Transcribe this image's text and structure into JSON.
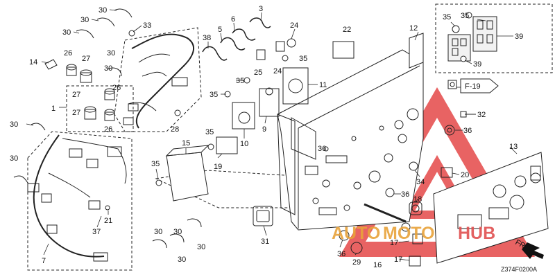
{
  "diagram": {
    "callouts": [
      {
        "id": "c1",
        "text": "30"
      },
      {
        "id": "c2",
        "text": "30"
      },
      {
        "id": "c3",
        "text": "30"
      },
      {
        "id": "c4",
        "text": "33"
      },
      {
        "id": "c5",
        "text": "26"
      },
      {
        "id": "c6",
        "text": "27"
      },
      {
        "id": "c7",
        "text": "14"
      },
      {
        "id": "c8",
        "text": "30"
      },
      {
        "id": "c9",
        "text": "27"
      },
      {
        "id": "c10",
        "text": "26"
      },
      {
        "id": "c11",
        "text": "1"
      },
      {
        "id": "c12",
        "text": "27"
      },
      {
        "id": "c13",
        "text": "26"
      },
      {
        "id": "c14",
        "text": "30"
      },
      {
        "id": "c15",
        "text": "28"
      },
      {
        "id": "c16",
        "text": "30"
      },
      {
        "id": "c17",
        "text": "38"
      },
      {
        "id": "c18",
        "text": "5"
      },
      {
        "id": "c19",
        "text": "6"
      },
      {
        "id": "c20",
        "text": "3"
      },
      {
        "id": "c21",
        "text": "24"
      },
      {
        "id": "c22",
        "text": "22"
      },
      {
        "id": "c23",
        "text": "12"
      },
      {
        "id": "c24",
        "text": "35"
      },
      {
        "id": "c25",
        "text": "24"
      },
      {
        "id": "c26",
        "text": "25"
      },
      {
        "id": "c27",
        "text": "35"
      },
      {
        "id": "c28",
        "text": "11"
      },
      {
        "id": "c29",
        "text": "35"
      },
      {
        "id": "c30",
        "text": "10"
      },
      {
        "id": "c31",
        "text": "9"
      },
      {
        "id": "c32",
        "text": "35"
      },
      {
        "id": "c33",
        "text": "19"
      },
      {
        "id": "c34",
        "text": "15"
      },
      {
        "id": "c35",
        "text": "35"
      },
      {
        "id": "c36",
        "text": "21"
      },
      {
        "id": "c37",
        "text": "37"
      },
      {
        "id": "c38",
        "text": "7"
      },
      {
        "id": "c39",
        "text": "30"
      },
      {
        "id": "c40",
        "text": "30"
      },
      {
        "id": "c41",
        "text": "30"
      },
      {
        "id": "c42",
        "text": "30"
      },
      {
        "id": "c43",
        "text": "31"
      },
      {
        "id": "c44",
        "text": "35"
      },
      {
        "id": "c45",
        "text": "35"
      },
      {
        "id": "c46",
        "text": "39"
      },
      {
        "id": "c47",
        "text": "39"
      },
      {
        "id": "c48",
        "text": "32"
      },
      {
        "id": "c49",
        "text": "36"
      },
      {
        "id": "c50",
        "text": "13"
      },
      {
        "id": "c51",
        "text": "20"
      },
      {
        "id": "c52",
        "text": "34"
      },
      {
        "id": "c53",
        "text": "36"
      },
      {
        "id": "c54",
        "text": "18"
      },
      {
        "id": "c55",
        "text": "36"
      },
      {
        "id": "c56",
        "text": "29"
      },
      {
        "id": "c57",
        "text": "17"
      },
      {
        "id": "c58",
        "text": "17"
      },
      {
        "id": "c59",
        "text": "16"
      },
      {
        "id": "c60",
        "text": "36"
      },
      {
        "id": "c61",
        "text": "30"
      }
    ],
    "reference_tag": "F-19",
    "front_marker": "FR.",
    "drawing_code": "Z374F0200A"
  },
  "watermark": {
    "part1": "AUTO",
    "part2": "MOTO",
    "part3": "HUB",
    "color_primary": "#e8a33a",
    "color_secondary": "#e05050",
    "color_triangle": "#e54848"
  }
}
